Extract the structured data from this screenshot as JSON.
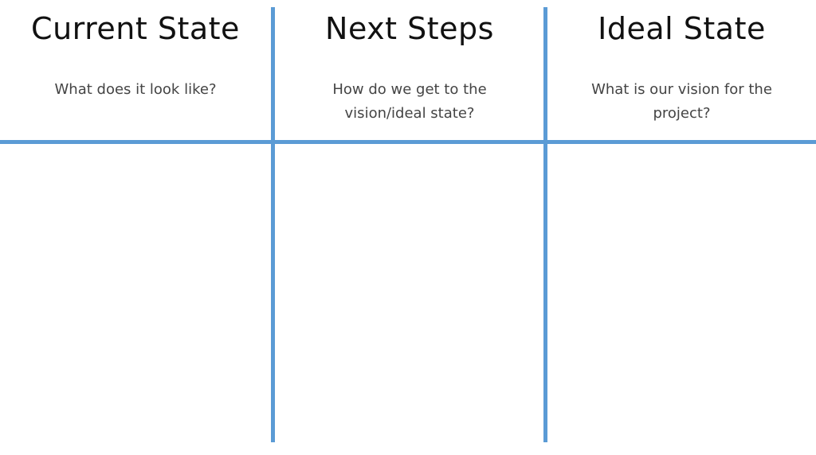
{
  "columns": [
    {
      "title": "Current State",
      "subtitle_lines": [
        "What does it look like?"
      ]
    },
    {
      "title": "Next Steps",
      "subtitle_lines": [
        "How do we get to the",
        "vision/ideal state?"
      ]
    },
    {
      "title": "Ideal State",
      "subtitle_lines": [
        "What is our vision for the",
        "project?"
      ]
    }
  ],
  "colors": {
    "line": "#5b9bd5"
  }
}
